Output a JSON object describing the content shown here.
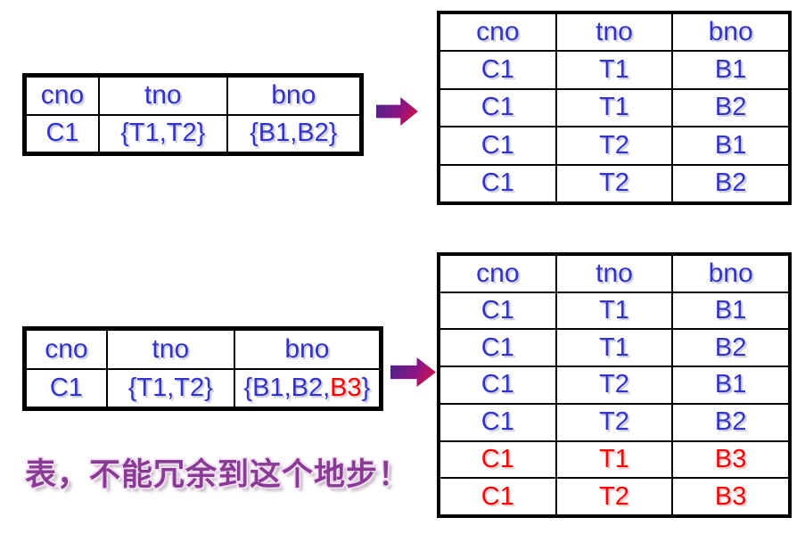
{
  "colors": {
    "table_text_blue": "#3333cc",
    "highlight_red": "#ff0000",
    "caption_purple": "#8a3b96",
    "border_black": "#000000",
    "arrow_gradient_start": "#41258c",
    "arrow_gradient_end": "#ed0f35"
  },
  "source_table_1": {
    "headers": [
      "cno",
      "tno",
      "bno"
    ],
    "row": [
      "C1",
      "{T1,T2}",
      "{B1,B2}"
    ]
  },
  "result_table_1": {
    "headers": [
      "cno",
      "tno",
      "bno"
    ],
    "rows": [
      [
        "C1",
        "T1",
        "B1"
      ],
      [
        "C1",
        "T1",
        "B2"
      ],
      [
        "C1",
        "T2",
        "B1"
      ],
      [
        "C1",
        "T2",
        "B2"
      ]
    ]
  },
  "source_table_2": {
    "headers": [
      "cno",
      "tno",
      "bno"
    ],
    "row_cno": "C1",
    "row_tno": "{T1,T2}",
    "row_bno_prefix": "{B1,B2,",
    "row_bno_highlight": "B3",
    "row_bno_suffix": "}"
  },
  "result_table_2": {
    "headers": [
      "cno",
      "tno",
      "bno"
    ],
    "rows": [
      [
        "C1",
        "T1",
        "B1"
      ],
      [
        "C1",
        "T1",
        "B2"
      ],
      [
        "C1",
        "T2",
        "B1"
      ],
      [
        "C1",
        "T2",
        "B2"
      ],
      [
        "C1",
        "T1",
        "B3"
      ],
      [
        "C1",
        "T2",
        "B3"
      ]
    ]
  },
  "caption": "表，不能冗余到这个地步！"
}
